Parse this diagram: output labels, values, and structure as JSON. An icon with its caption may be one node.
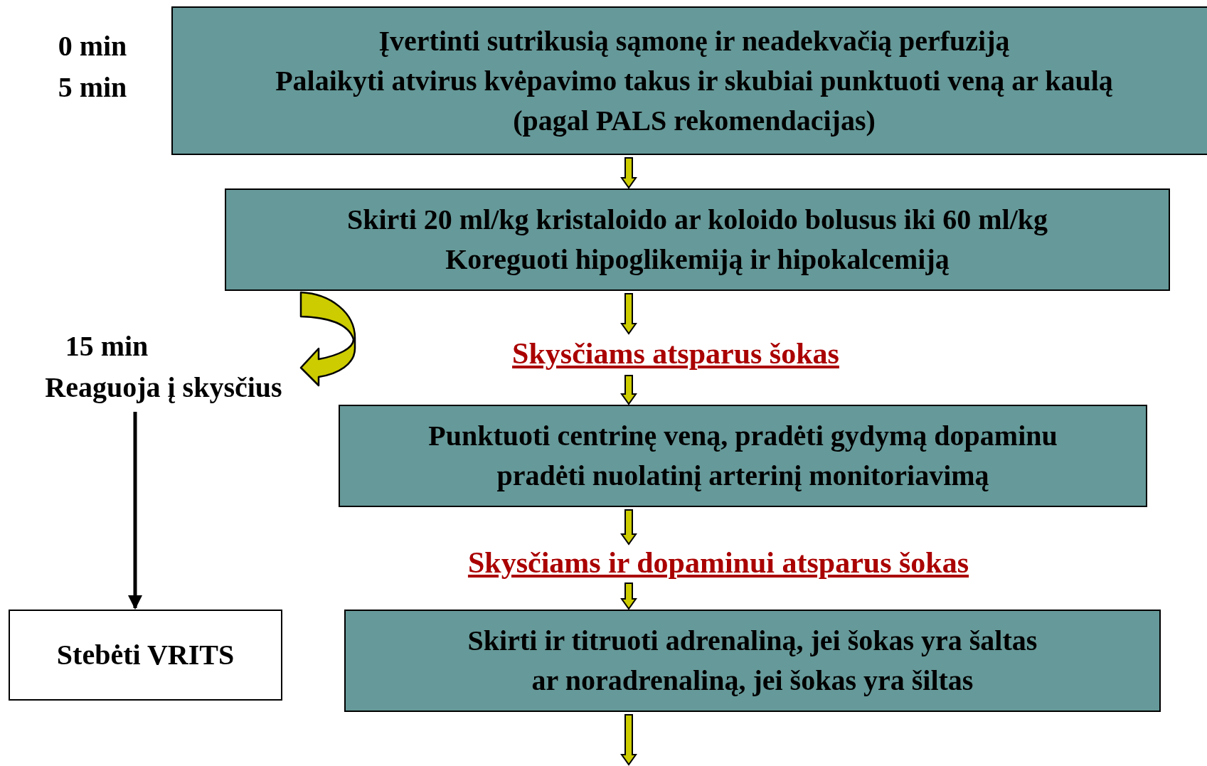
{
  "diagram": {
    "nodes": [
      {
        "text": [
          "Įvertinti sutrikusią sąmonę ir neadekvačią perfuziją",
          "Palaikyti atvirus kvėpavimo takus ir skubiai punktuoti veną ar kaulą",
          "(pagal PALS rekomendacijas)"
        ]
      },
      {
        "text": [
          "Skirti 20 ml/kg kristaloido ar koloido bolusus iki 60 ml/kg",
          "Koreguoti hipoglikemiją ir hipokalcemiją"
        ]
      },
      {
        "text": [
          "Skysčiams atsparus šokas"
        ]
      },
      {
        "text": [
          "Punktuoti centrinę veną, pradėti gydymą dopaminu",
          "pradėti nuolatinį arterinį monitoriavimą"
        ]
      },
      {
        "text": [
          "Skysčiams ir dopaminui atsparus šokas"
        ]
      },
      {
        "text": [
          "Skirti ir titruoti adrenaliną, jei šokas yra šaltas",
          "ar noradrenaliną, jei šokas yra šiltas"
        ]
      },
      {
        "text": [
          "15 min",
          "Reaguoja į skysčius"
        ]
      },
      {
        "text": [
          "Stebėti VRITS"
        ]
      }
    ],
    "edges": [
      {
        "from": 0,
        "to": 1,
        "arrow": "to"
      },
      {
        "from": 1,
        "to": 2,
        "arrow": "to"
      },
      {
        "from": 2,
        "to": 3,
        "arrow": "to"
      },
      {
        "from": 3,
        "to": 4,
        "arrow": "to"
      },
      {
        "from": 4,
        "to": 5,
        "arrow": "to"
      },
      {
        "from": 5,
        "to": null,
        "arrow": "to"
      },
      {
        "from": 1,
        "to": 6,
        "arrow": "to"
      },
      {
        "from": 6,
        "to": 7,
        "arrow": "to",
        "color": "#000000"
      }
    ],
    "labels": [
      "0 min",
      "5 min"
    ]
  }
}
